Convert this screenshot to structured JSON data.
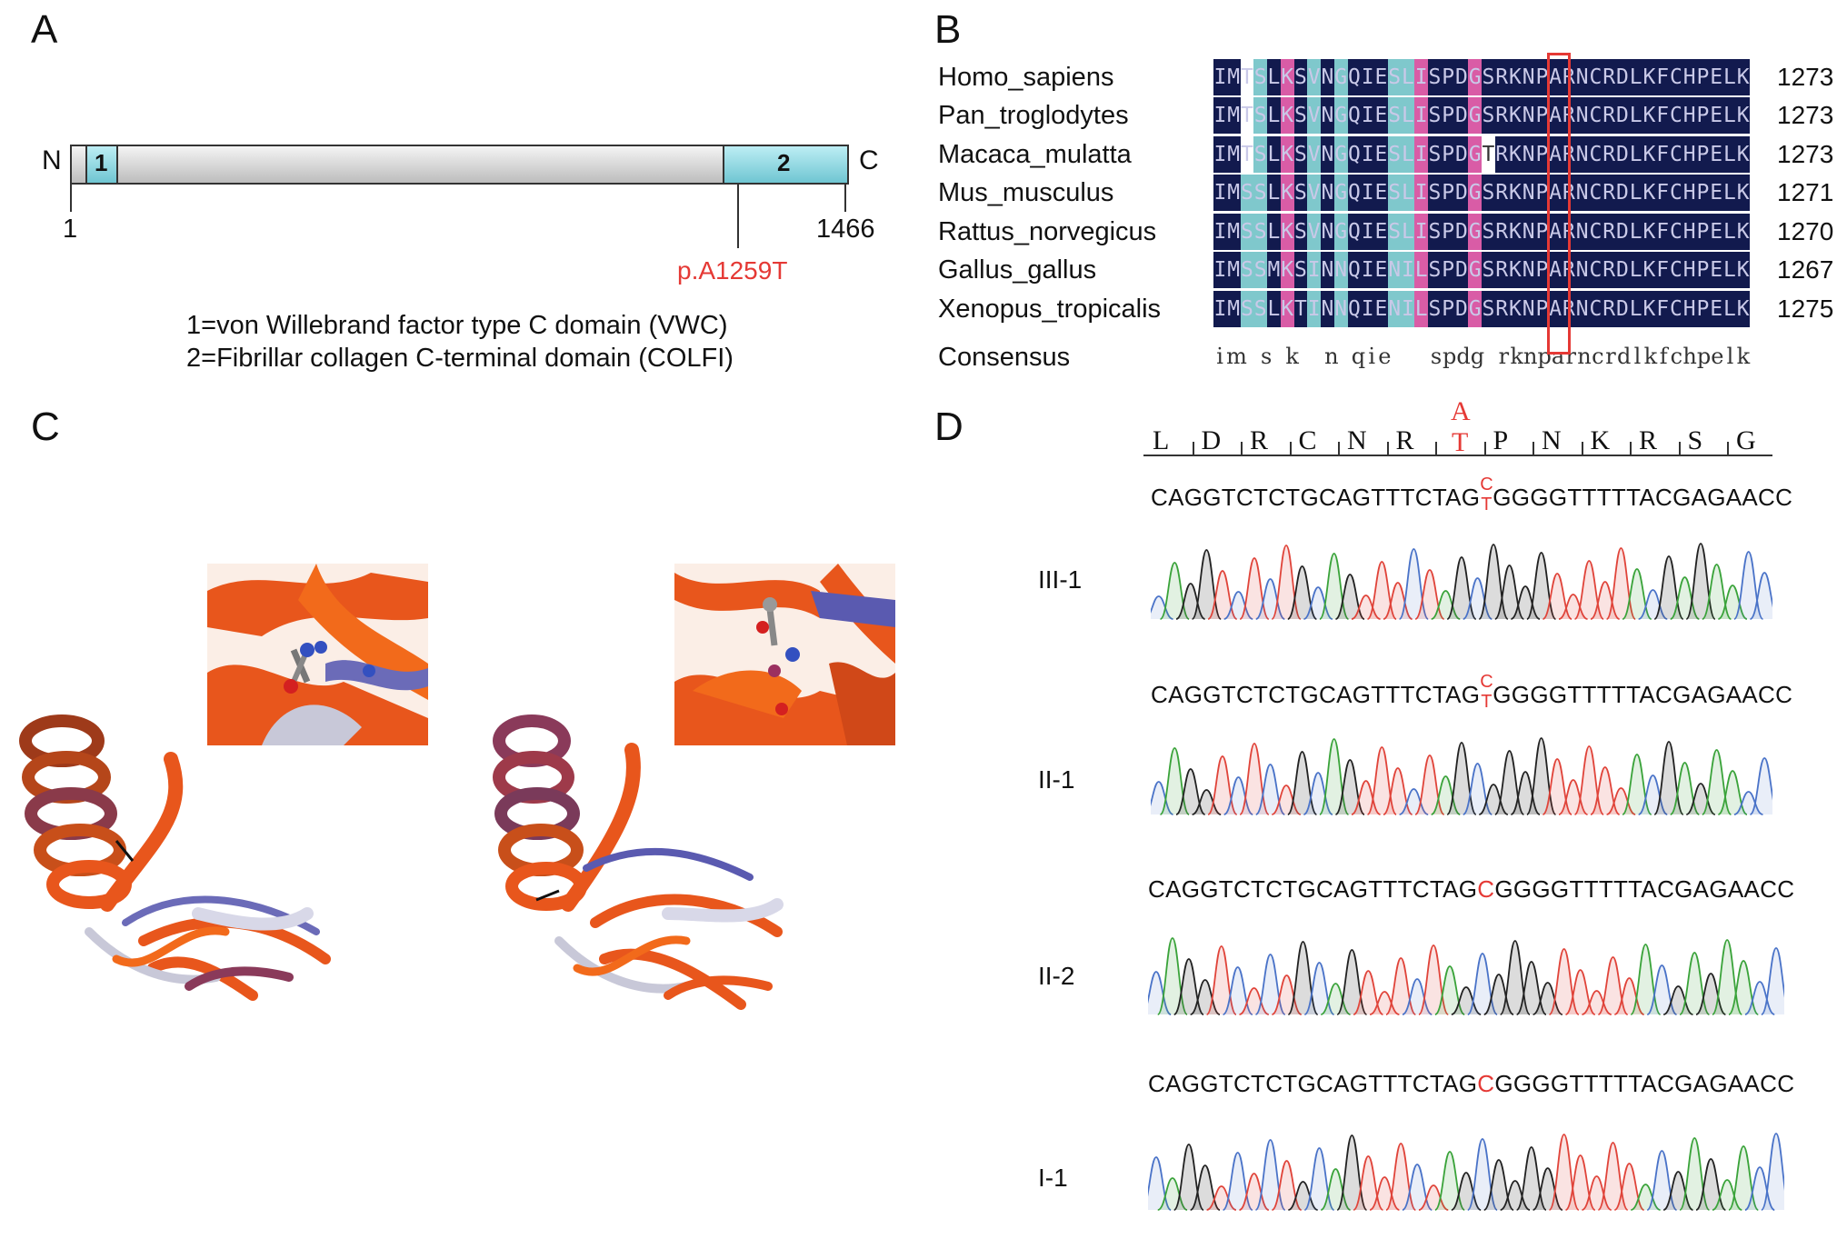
{
  "panels": {
    "a": {
      "letter": "A",
      "n_label": "N",
      "c_label": "C",
      "domain1_label": "1",
      "domain2_label": "2",
      "start_pos": "1",
      "end_pos": "1466",
      "mutation_label": "p.A1259T",
      "legend_line1": "1=von Willebrand factor type C domain (VWC)",
      "legend_line2": "2=Fibrillar collagen C-terminal domain (COLFI)",
      "colors": {
        "domain": "#8fd3dc",
        "bar": "#d4d4d4",
        "mutation": "#e53935"
      }
    },
    "b": {
      "letter": "B",
      "rows": [
        {
          "species": "Homo_sapiens",
          "end": "1273",
          "seq": "IMTSLKSVNGQIESLISPDGSRKNPARNCRDLKFCHPELK"
        },
        {
          "species": "Pan_troglodytes",
          "end": "1273",
          "seq": "IMTSLKSVNGQIESLISPDGSRKNPARNCRDLKFCHPELK"
        },
        {
          "species": "Macaca_mulatta",
          "end": "1273",
          "seq": "IMTSLKSVNGQIESLISPDGTRKNPARNCRDLKFCHPELK"
        },
        {
          "species": "Mus_musculus",
          "end": "1271",
          "seq": "IMSSLKSVNGQIESLISPDGSRKNPARNCRDLKFCHPELK"
        },
        {
          "species": "Rattus_norvegicus",
          "end": "1270",
          "seq": "IMSSLKSVNGQIESLISPDGSRKNPARNCRDLKFCHPELK"
        },
        {
          "species": "Gallus_gallus",
          "end": "1267",
          "seq": "IMSSMKSINNQIENILSPDGSRKNPARNCRDLKFCHPELK"
        },
        {
          "species": "Xenopus_tropicalis",
          "end": "1275",
          "seq": "IMSSLKTINNQIENILSPDGSRKNPARNCRDLKFCHPELK"
        }
      ],
      "consensus_label": "Consensus",
      "consensus": "im s k  n qie   spdg rknparncrdlkfchpelk"
    },
    "c": {
      "letter": "C"
    },
    "d": {
      "letter": "D",
      "amino_acids": [
        "L",
        "D",
        "R",
        "C",
        "N",
        "R",
        "",
        "P",
        "N",
        "K",
        "R",
        "S",
        "G"
      ],
      "aa_wt": "A",
      "aa_mut": "T",
      "seq_prefix": "CAGGTCTCTGCAGTTTCTAG",
      "seq_suffix": "GGGGTTTTTACGAGAACC",
      "het_top": "C",
      "het_bottom": "T",
      "hom_base": "C",
      "samples": [
        {
          "label": "III-1",
          "genotype": "het"
        },
        {
          "label": "II-1",
          "genotype": "het"
        },
        {
          "label": "II-2",
          "genotype": "wt"
        },
        {
          "label": "I-1",
          "genotype": "wt"
        }
      ]
    }
  }
}
